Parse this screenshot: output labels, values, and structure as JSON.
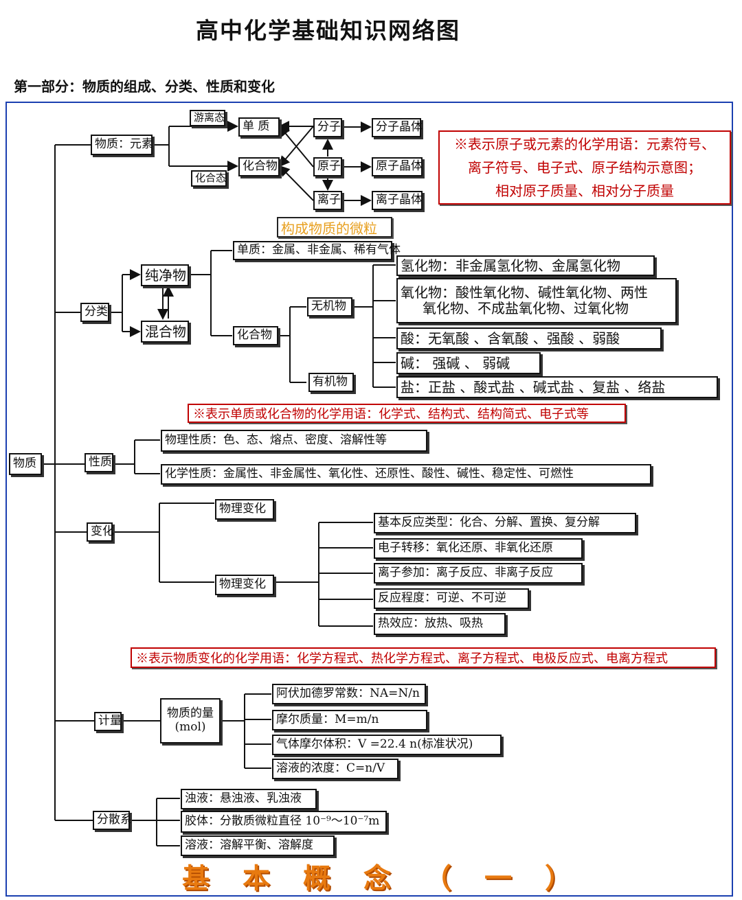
{
  "title": "高中化学基础知识网络图",
  "part_title": "第一部分：物质的组成、分类、性质和变化",
  "root": "物质",
  "composition": {
    "label": "物质：元素",
    "free_state": "游离态",
    "combined_state": "化合态",
    "element": "单  质",
    "compound": "化合物",
    "molecule": "分子",
    "atom": "原子",
    "ion": "离子",
    "molecular_crystal": "分子晶体",
    "atomic_crystal": "原子晶体",
    "ionic_crystal": "离子晶体",
    "particles": "构成物质的微粒",
    "note": [
      "※表示原子或元素的化学用语：元素符号、",
      "离子符号、电子式、原子结构示意图；",
      "相对原子质量、相对分子质量"
    ]
  },
  "classification": {
    "label": "分类",
    "pure": "纯净物",
    "mixture": "混合物",
    "simple": "单质：金属、非金属、稀有气体",
    "compound": "化合物",
    "inorganic": "无机物",
    "organic": "有机物",
    "hydride": "氢化物：非金属氢化物、金属氢化物",
    "oxide_1": "氧化物：酸性氧化物、碱性氧化物、两性",
    "oxide_2": "氧化物、不成盐氧化物、过氧化物",
    "acid": "酸：无氧酸 、含氧酸 、强酸 、弱酸",
    "base": "碱： 强碱  、 弱碱",
    "salt": "盐：正盐 、酸式盐 、碱式盐 、复盐 、络盐",
    "note": "※表示单质或化合物的化学用语：化学式、结构式、结构简式、电子式等"
  },
  "properties": {
    "label": "性质",
    "physical": "物理性质：色、态、熔点、密度、溶解性等",
    "chemical": "化学性质：金属性、非金属性、氧化性、还原性、酸性、碱性、稳定性、可燃性"
  },
  "changes": {
    "label": "变化",
    "physical": "物理变化",
    "chemical": "物理变化",
    "reaction_types": "基本反应类型：化合、分解、置换、复分解",
    "electron_transfer": "电子转移：氧化还原、非氧化还原",
    "ion_participation": "离子参加：离子反应、非离子反应",
    "reaction_degree": "反应程度：可逆、不可逆",
    "thermal_effect": "热效应：放热、吸热",
    "note": "※表示物质变化的化学用语：化学方程式、热化学方程式、离子方程式、电极反应式、电离方程式"
  },
  "measurement": {
    "label": "计量",
    "amount_1": "物质的量",
    "amount_2": "(mol)",
    "avogadro": "阿伏加德罗常数：NA=N/n",
    "molar_mass": "摩尔质量：M=m/n",
    "gas_molar_volume": "气体摩尔体积：V =22.4 n(标准状况)",
    "concentration": "溶液的浓度：C=n/V"
  },
  "dispersion": {
    "label": "分散系",
    "turbid": "浊液：悬浊液、乳浊液",
    "colloid": "胶体：分散质微粒直径 10⁻⁹～10⁻⁷m",
    "solution": "溶液：溶解平衡、溶解度"
  },
  "footer": "基本概念（一）",
  "colors": {
    "frame": "#1a3fb0",
    "note_red": "#c00000",
    "orange": "#e8a020",
    "footer": "#e87a10"
  }
}
